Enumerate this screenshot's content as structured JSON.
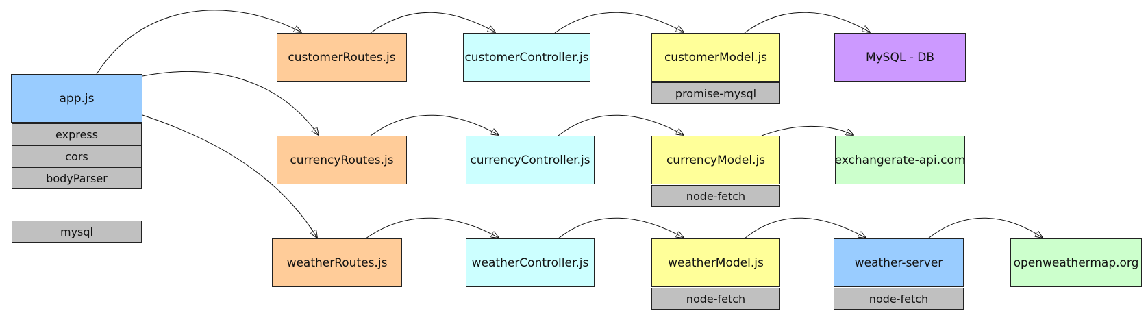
{
  "colors": {
    "routes": "#ffcc99",
    "controller": "#ccffff",
    "model": "#ffff99",
    "database": "#cc99ff",
    "app": "#99ccff",
    "external": "#ccffcc",
    "dependency": "#c0c0c0"
  },
  "app": {
    "label": "app.js",
    "deps": [
      "express",
      "cors",
      "bodyParser"
    ],
    "extra_dep": "mysql"
  },
  "rows": [
    {
      "routes": "customerRoutes.js",
      "controller": "customerController.js",
      "model": "customerModel.js",
      "model_dep": "promise-mysql",
      "target": "MySQL - DB"
    },
    {
      "routes": "currencyRoutes.js",
      "controller": "currencyController.js",
      "model": "currencyModel.js",
      "model_dep": "node-fetch",
      "target": "exchangerate-api.com"
    },
    {
      "routes": "weatherRoutes.js",
      "controller": "weatherController.js",
      "model": "weatherModel.js",
      "model_dep": "node-fetch",
      "server": "weather-server",
      "server_dep": "node-fetch",
      "target": "openweathermap.org"
    }
  ]
}
